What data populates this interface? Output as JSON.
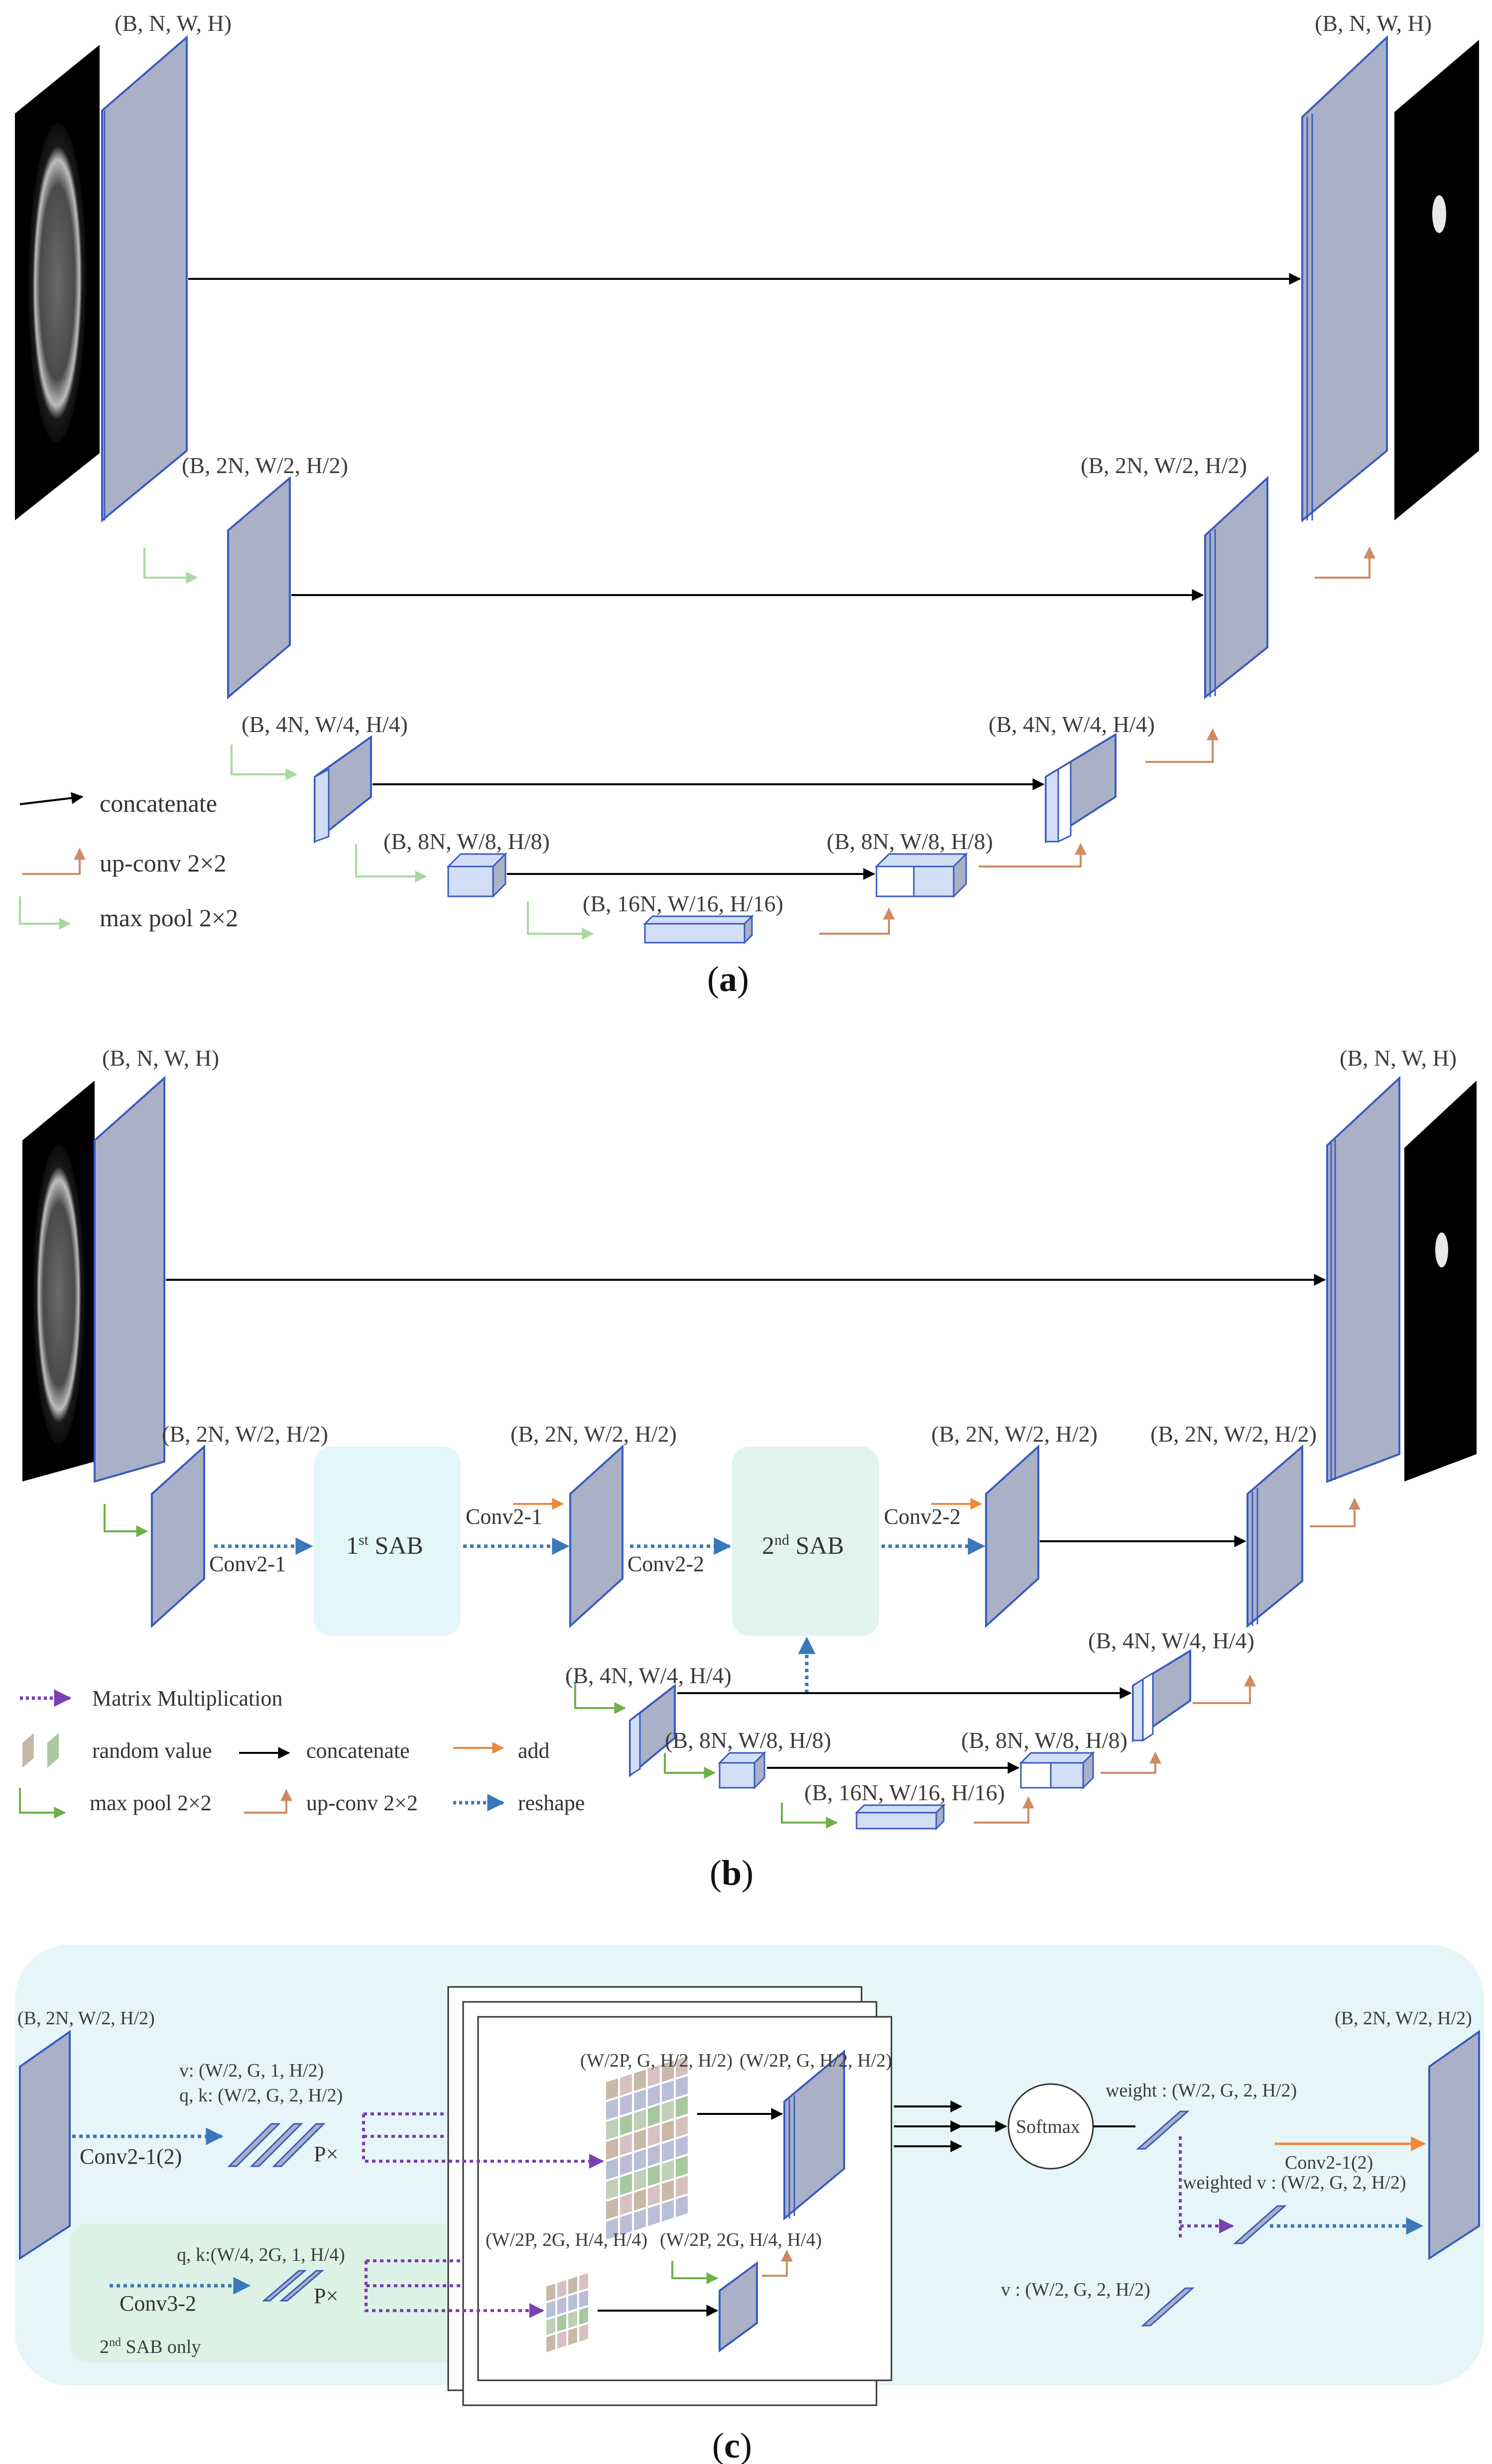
{
  "colors": {
    "block_face": "#a9b1c7",
    "block_edge": "#3a5bbf",
    "block_light": "#d2def5",
    "arrow_black": "#000000",
    "arrow_orange": "#d08a63",
    "arrow_orange_b": "#f0883a",
    "arrow_green_light": "#a8d8a0",
    "arrow_green": "#6fb04a",
    "arrow_blue": "#3a78b8",
    "arrow_purple": "#7a3fb0",
    "sab1_fill": "#e3f6f9",
    "sab2_fill": "#e0f4ec",
    "panel_c_fill": "#e6f5f7",
    "panel_c_inner": "#dcf2e6"
  },
  "panel_a": {
    "caption": "a",
    "dims": {
      "l1": "(B, N, W, H)",
      "l2": "(B, 2N, W/2, H/2)",
      "l3": "(B, 4N, W/4, H/4)",
      "l4": "(B, 8N, W/8, H/8)",
      "l5": "(B, 16N, W/16, H/16)",
      "r1": "(B, N, W, H)",
      "r2": "(B, 2N, W/2, H/2)",
      "r3": "(B, 4N, W/4, H/4)",
      "r4": "(B, 8N, W/8, H/8)"
    },
    "legend": {
      "concatenate": "concatenate",
      "upconv": "up-conv 2×2",
      "maxpool": "max pool 2×2"
    }
  },
  "panel_b": {
    "caption": "b",
    "dims": {
      "l1": "(B, N, W, H)",
      "r1": "(B, N, W, H)",
      "e2": "(B, 2N, W/2, H/2)",
      "s1": "(B, 2N, W/2, H/2)",
      "s2": "(B, 2N, W/2, H/2)",
      "d2": "(B, 2N, W/2, H/2)",
      "l3": "(B, 4N, W/4, H/4)",
      "r3": "(B, 4N, W/4, H/4)",
      "l4": "(B, 8N, W/8, H/8)",
      "r4": "(B, 8N, W/8, H/8)",
      "l5": "(B, 16N, W/16, H/16)"
    },
    "sab1": {
      "num": "1",
      "sup": "st",
      "text": " SAB"
    },
    "sab2": {
      "num": "2",
      "sup": "nd",
      "text": " SAB"
    },
    "conv_labels": {
      "c1a": "Conv2-1",
      "c1b": "Conv2-1",
      "c2a": "Conv2-2",
      "c2b": "Conv2-2"
    },
    "legend": {
      "matmul": "Matrix Multiplication",
      "random": "random value",
      "concatenate": "concatenate",
      "add": "add",
      "maxpool": "max pool 2×2",
      "upconv": "up-conv 2×2",
      "reshape": "reshape"
    }
  },
  "panel_c": {
    "caption": "c",
    "input_dim": "(B, 2N, W/2, H/2)",
    "output_dim": "(B, 2N, W/2, H/2)",
    "v_dim": "v: (W/2, G, 1, H/2)",
    "qk_dim": "q, k: (W/2, G, 2, H/2)",
    "conv21": "Conv2-1(2)",
    "conv21_out": "Conv2-1(2)",
    "px_top": "P×",
    "px_bot": "P×",
    "grid_dim": "(W/2P, G, H/2, H/2)",
    "stack_dim": "(W/2P, G, H/2, H/2)",
    "qk_small": "q, k:(W/4, 2G, 1, H/4)",
    "conv32": "Conv3-2",
    "grid_small_dim": "(W/2P, 2G, H/4, H/4)",
    "small_block_dim": "(W/2P, 2G, H/4, H/4)",
    "softmax": "Softmax",
    "weight_dim": "weight : (W/2, G, 2, H/2)",
    "weighted_v": "weighted v : (W/2, G, 2, H/2)",
    "v_out": "v : (W/2, G, 2, H/2)",
    "sab2_only": {
      "num": "2",
      "sup": "nd",
      "text": " SAB only"
    }
  }
}
